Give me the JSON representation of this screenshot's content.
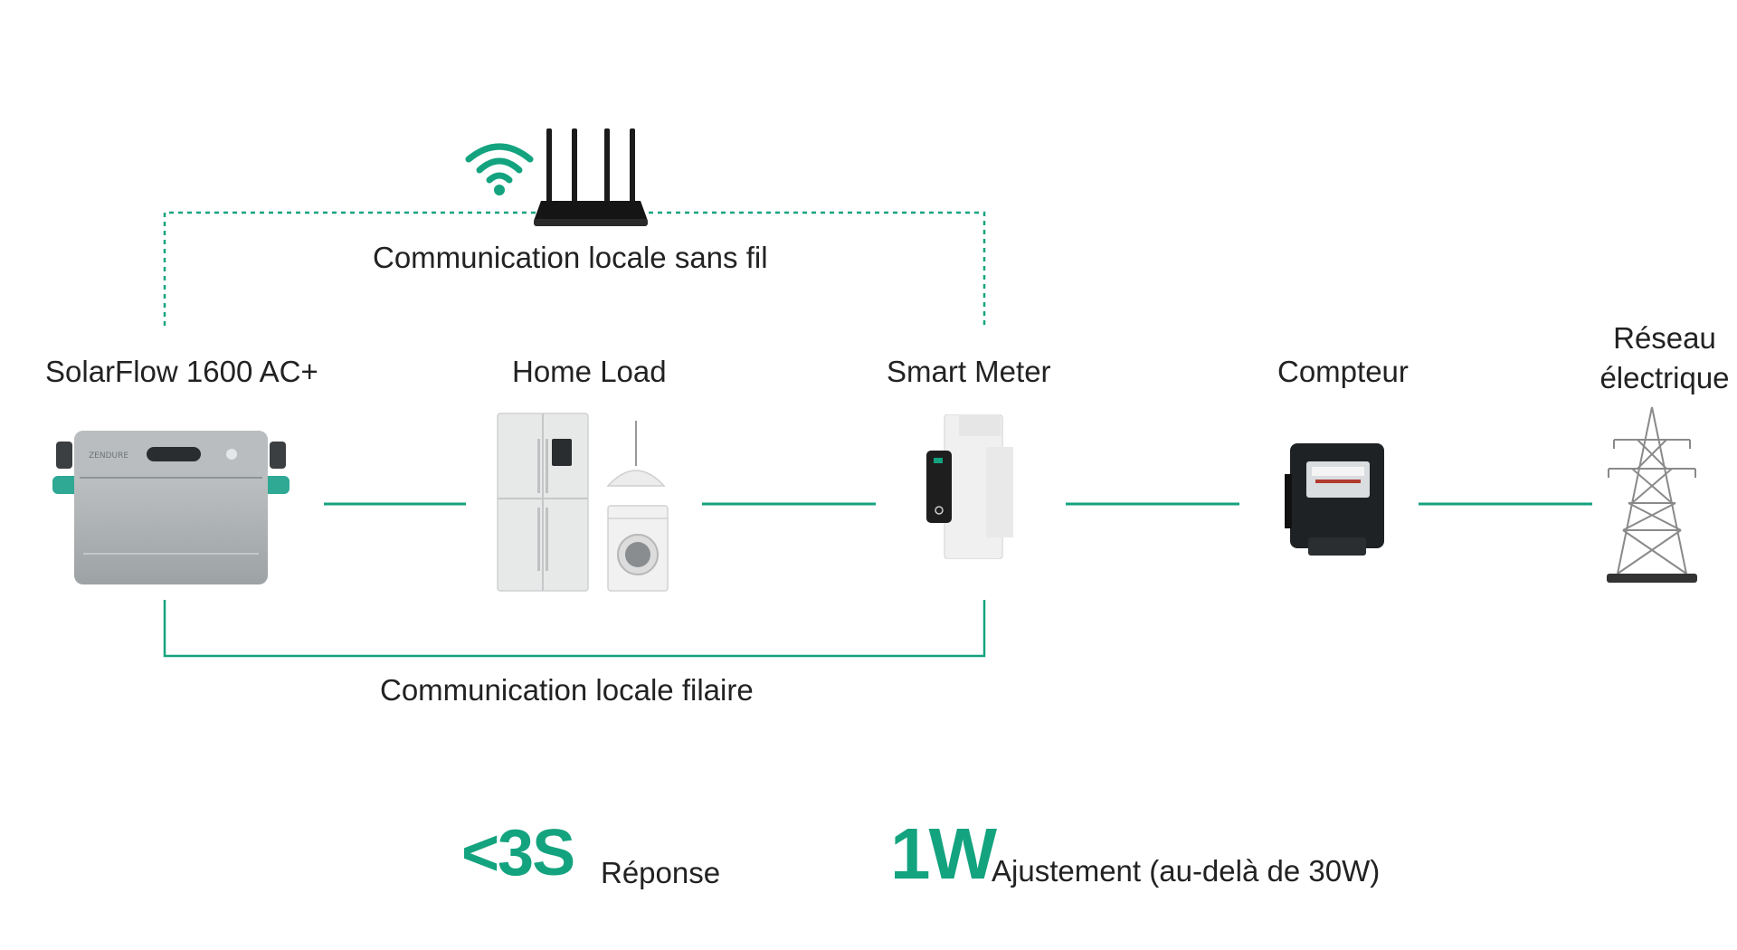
{
  "colors": {
    "accent": "#14a37f",
    "text": "#222222",
    "background": "#ffffff"
  },
  "wireless_link": {
    "label": "Communication locale sans fil",
    "icons": [
      "wifi-icon",
      "router-icon"
    ]
  },
  "wired_link": {
    "label": "Communication locale filaire"
  },
  "devices": [
    {
      "name": "SolarFlow 1600 AC+",
      "icon": "battery-unit-icon"
    },
    {
      "name": "Home Load",
      "icon": "appliances-icon"
    },
    {
      "name": "Smart Meter",
      "icon": "smart-meter-icon"
    },
    {
      "name": "Compteur",
      "icon": "electric-meter-icon"
    },
    {
      "name_line1": "Réseau",
      "name_line2": "électrique",
      "icon": "power-pylon-icon"
    }
  ],
  "stats": [
    {
      "value": "<3S",
      "label": "Réponse"
    },
    {
      "value": "1W",
      "label": "Ajustement (au-delà de 30W)"
    }
  ]
}
